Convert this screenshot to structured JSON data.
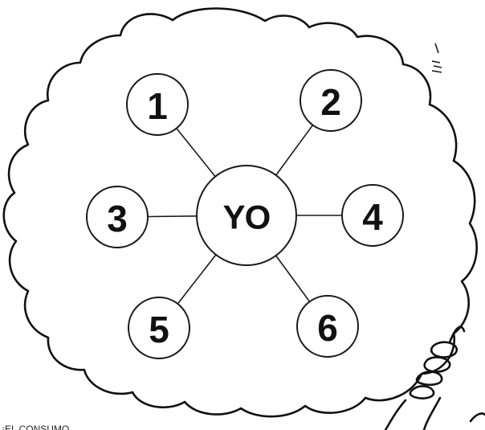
{
  "diagram": {
    "center": {
      "label": "YO"
    },
    "nodes": [
      {
        "label": "1"
      },
      {
        "label": "2"
      },
      {
        "label": "3"
      },
      {
        "label": "4"
      },
      {
        "label": "5"
      },
      {
        "label": "6"
      }
    ],
    "caption": "¡EL CONSUMO"
  }
}
